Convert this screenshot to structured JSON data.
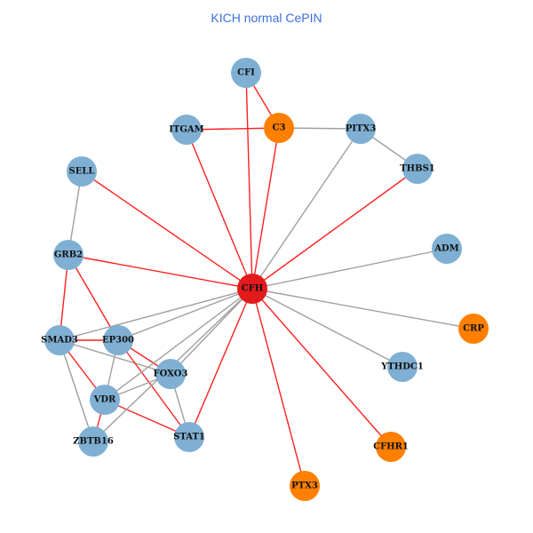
{
  "title": "KICH normal CePIN",
  "colors": {
    "center": "#e31a1c",
    "blue": "#7fb0d3",
    "orange": "#ff7f00",
    "red_edge": "#ff2020",
    "gray_edge": "#a0a0a0",
    "title": "#3b6fe0"
  },
  "nodes": [
    {
      "id": "CFH",
      "label": "CFH",
      "type": "center"
    },
    {
      "id": "CFI",
      "label": "CFI",
      "type": "blue"
    },
    {
      "id": "C3",
      "label": "C3",
      "type": "orange"
    },
    {
      "id": "ITGAM",
      "label": "ITGAM",
      "type": "blue"
    },
    {
      "id": "PITX3",
      "label": "PITX3",
      "type": "blue"
    },
    {
      "id": "THBS1",
      "label": "THBS1",
      "type": "blue"
    },
    {
      "id": "SELL",
      "label": "SELL",
      "type": "blue"
    },
    {
      "id": "ADM",
      "label": "ADM",
      "type": "blue"
    },
    {
      "id": "GRB2",
      "label": "GRB2",
      "type": "blue"
    },
    {
      "id": "CRP",
      "label": "CRP",
      "type": "orange"
    },
    {
      "id": "SMAD3",
      "label": "SMAD3",
      "type": "blue"
    },
    {
      "id": "EP300",
      "label": "EP300",
      "type": "blue"
    },
    {
      "id": "FOXO3",
      "label": "FOXO3",
      "type": "blue"
    },
    {
      "id": "YTHDC1",
      "label": "YTHDC1",
      "type": "blue"
    },
    {
      "id": "VDR",
      "label": "VDR",
      "type": "blue"
    },
    {
      "id": "ZBTB16",
      "label": "ZBTB16",
      "type": "blue"
    },
    {
      "id": "STAT1",
      "label": "STAT1",
      "type": "blue"
    },
    {
      "id": "CFHR1",
      "label": "CFHR1",
      "type": "orange"
    },
    {
      "id": "PTX3",
      "label": "PTX3",
      "type": "orange"
    }
  ],
  "edges": [
    [
      "CFI",
      "C3",
      "red"
    ],
    [
      "CFI",
      "CFH",
      "red"
    ],
    [
      "ITGAM",
      "C3",
      "red"
    ],
    [
      "ITGAM",
      "CFH",
      "red"
    ],
    [
      "C3",
      "CFH",
      "red"
    ],
    [
      "C3",
      "PITX3",
      "gray"
    ],
    [
      "PITX3",
      "THBS1",
      "gray"
    ],
    [
      "PITX3",
      "CFH",
      "gray"
    ],
    [
      "THBS1",
      "CFH",
      "red"
    ],
    [
      "SELL",
      "CFH",
      "red"
    ],
    [
      "SELL",
      "GRB2",
      "gray"
    ],
    [
      "ADM",
      "CFH",
      "gray"
    ],
    [
      "CRP",
      "CFH",
      "gray"
    ],
    [
      "YTHDC1",
      "CFH",
      "gray"
    ],
    [
      "CFHR1",
      "CFH",
      "red"
    ],
    [
      "PTX3",
      "CFH",
      "red"
    ],
    [
      "GRB2",
      "CFH",
      "red"
    ],
    [
      "GRB2",
      "SMAD3",
      "red"
    ],
    [
      "GRB2",
      "EP300",
      "red"
    ],
    [
      "SMAD3",
      "EP300",
      "red"
    ],
    [
      "SMAD3",
      "CFH",
      "gray"
    ],
    [
      "EP300",
      "CFH",
      "gray"
    ],
    [
      "SMAD3",
      "FOXO3",
      "gray"
    ],
    [
      "SMAD3",
      "VDR",
      "red"
    ],
    [
      "SMAD3",
      "ZBTB16",
      "gray"
    ],
    [
      "EP300",
      "VDR",
      "gray"
    ],
    [
      "EP300",
      "FOXO3",
      "red"
    ],
    [
      "EP300",
      "STAT1",
      "red"
    ],
    [
      "FOXO3",
      "VDR",
      "gray"
    ],
    [
      "FOXO3",
      "STAT1",
      "gray"
    ],
    [
      "FOXO3",
      "CFH",
      "gray"
    ],
    [
      "VDR",
      "CFH",
      "gray"
    ],
    [
      "VDR",
      "ZBTB16",
      "red"
    ],
    [
      "VDR",
      "STAT1",
      "red"
    ],
    [
      "ZBTB16",
      "CFH",
      "gray"
    ],
    [
      "STAT1",
      "CFH",
      "red"
    ]
  ]
}
